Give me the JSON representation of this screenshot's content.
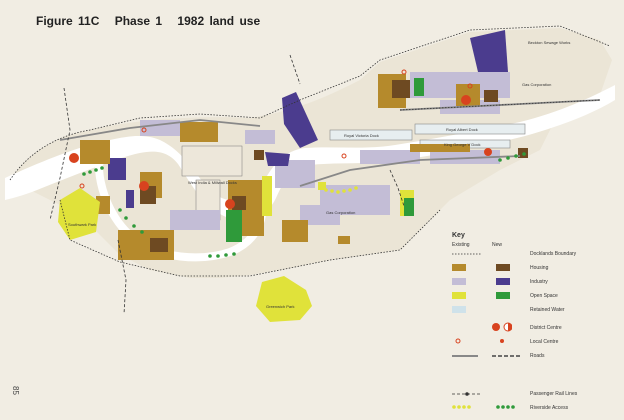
{
  "title": {
    "figure": "Figure 11C",
    "phase": "Phase 1",
    "subject": "1982 land use"
  },
  "page_number": "85",
  "place_labels": {
    "beckton": "Beckton Sewage Works",
    "gas_corp_north": "Gas Corporation",
    "royal_victoria": "Royal Victoria Dock",
    "royal_albert": "Royal Albert Dock",
    "king_george": "King George V Dock",
    "west_india": "West India & Millwall Docks",
    "gas_corp_south": "Gas Corporation",
    "southwark_park": "Southwark Park",
    "greenwich_park": "Greenwich Park"
  },
  "legend": {
    "title": "Key",
    "existing": "Existing",
    "new": "New",
    "items": [
      {
        "label": "Docklands Boundary",
        "type": "boundary"
      },
      {
        "label": "Housing",
        "type": "fill",
        "existing_color": "#b58a2c",
        "new_color": "#6e4a22"
      },
      {
        "label": "Industry",
        "type": "fill",
        "existing_color": "#c3bdd6",
        "new_color": "#4b3c8e"
      },
      {
        "label": "Open Space",
        "type": "fill",
        "existing_color": "#e0e23a",
        "new_color": "#2f9a3a"
      },
      {
        "label": "Retained Water",
        "type": "fill",
        "existing_color": "#cfe2ea",
        "new_color": null
      },
      {
        "label": "District Centre",
        "type": "district"
      },
      {
        "label": "Local Centre",
        "type": "local"
      },
      {
        "label": "Roads",
        "type": "roads"
      },
      {
        "label": "Passenger Rail Lines",
        "type": "rail"
      },
      {
        "label": "Riverside Access",
        "type": "riverside"
      }
    ]
  },
  "colors": {
    "background": "#f1ede3",
    "river": "#ffffff",
    "housing_existing": "#b58a2c",
    "housing_new": "#6e4a22",
    "industry_existing": "#c3bdd6",
    "industry_new": "#4b3c8e",
    "open_existing": "#e0e23a",
    "open_new": "#2f9a3a",
    "water": "#cfe2ea",
    "centre": "#d8431f"
  }
}
